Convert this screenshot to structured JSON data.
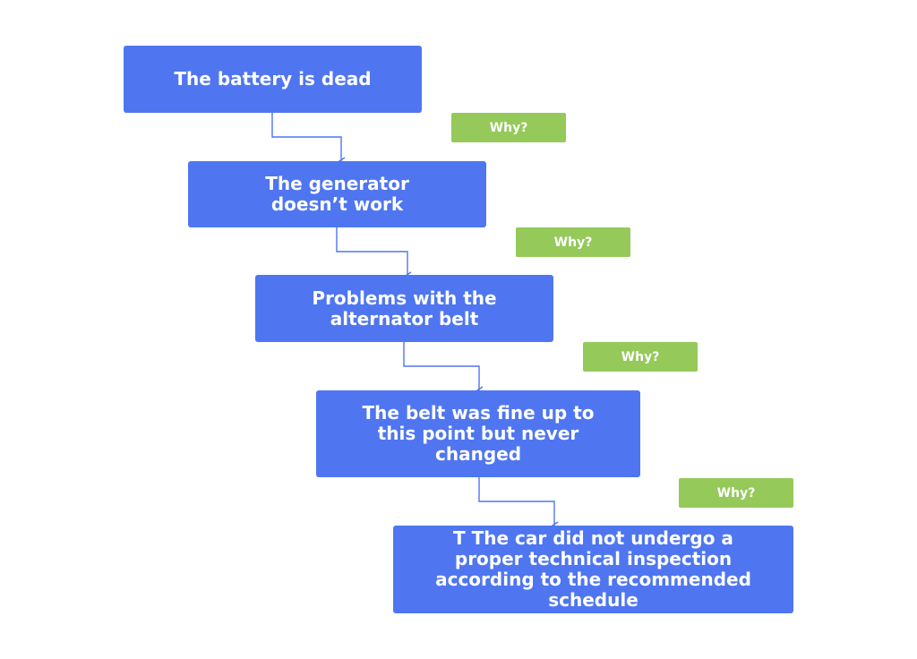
{
  "diagram": {
    "steps": [
      {
        "label": "The battery is dead"
      },
      {
        "label": "The generator doesn’t work"
      },
      {
        "label": "Problems with the alternator belt"
      },
      {
        "label": "The belt was fine up to this point but never changed"
      },
      {
        "label": "T The car did not undergo a proper technical inspection according to the recommended schedule"
      }
    ],
    "why_tags": [
      {
        "label": "Why?"
      },
      {
        "label": "Why?"
      },
      {
        "label": "Why?"
      },
      {
        "label": "Why?"
      }
    ],
    "colors": {
      "step_fill": "#4f76f0",
      "why_fill": "#95c95a",
      "connector": "#4f76f0",
      "text": "#ffffff"
    }
  }
}
